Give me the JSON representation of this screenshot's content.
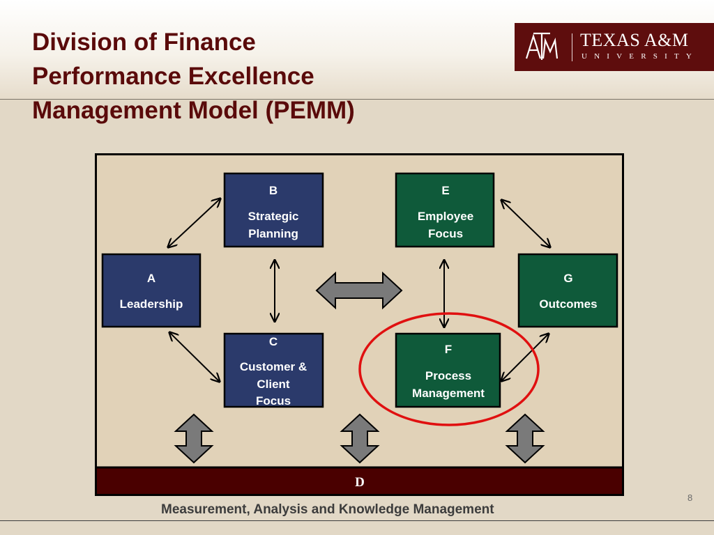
{
  "slide": {
    "title_lines": [
      "Division of Finance",
      "Performance Excellence",
      "Management Model (PEMM)"
    ],
    "page_number": "8"
  },
  "logo": {
    "mark": "ATM",
    "name": "TEXAS A&M",
    "subtitle": "UNIVERSITY",
    "color": "#5e0d0d"
  },
  "diagram": {
    "boxes": [
      {
        "id": "A",
        "letter": "A",
        "lines": [
          "Leadership"
        ],
        "color": "#2b3a6b"
      },
      {
        "id": "B",
        "letter": "B",
        "lines": [
          "Strategic",
          "Planning"
        ],
        "color": "#2b3a6b"
      },
      {
        "id": "C",
        "letter": "C",
        "lines": [
          "Customer &",
          "Client",
          "Focus"
        ],
        "color": "#2b3a6b"
      },
      {
        "id": "E",
        "letter": "E",
        "lines": [
          "Employee",
          "Focus"
        ],
        "color": "#0f5a3a"
      },
      {
        "id": "F",
        "letter": "F",
        "lines": [
          "Process",
          "Management"
        ],
        "color": "#0f5a3a"
      },
      {
        "id": "G",
        "letter": "G",
        "lines": [
          "Outcomes"
        ],
        "color": "#0f5a3a"
      }
    ],
    "foundation": {
      "letter": "D",
      "caption": "Measurement, Analysis and Knowledge Management",
      "color": "#4a0000"
    },
    "highlight": {
      "box": "F",
      "color": "#e01010"
    },
    "panel_color": "#e1d2b8"
  }
}
